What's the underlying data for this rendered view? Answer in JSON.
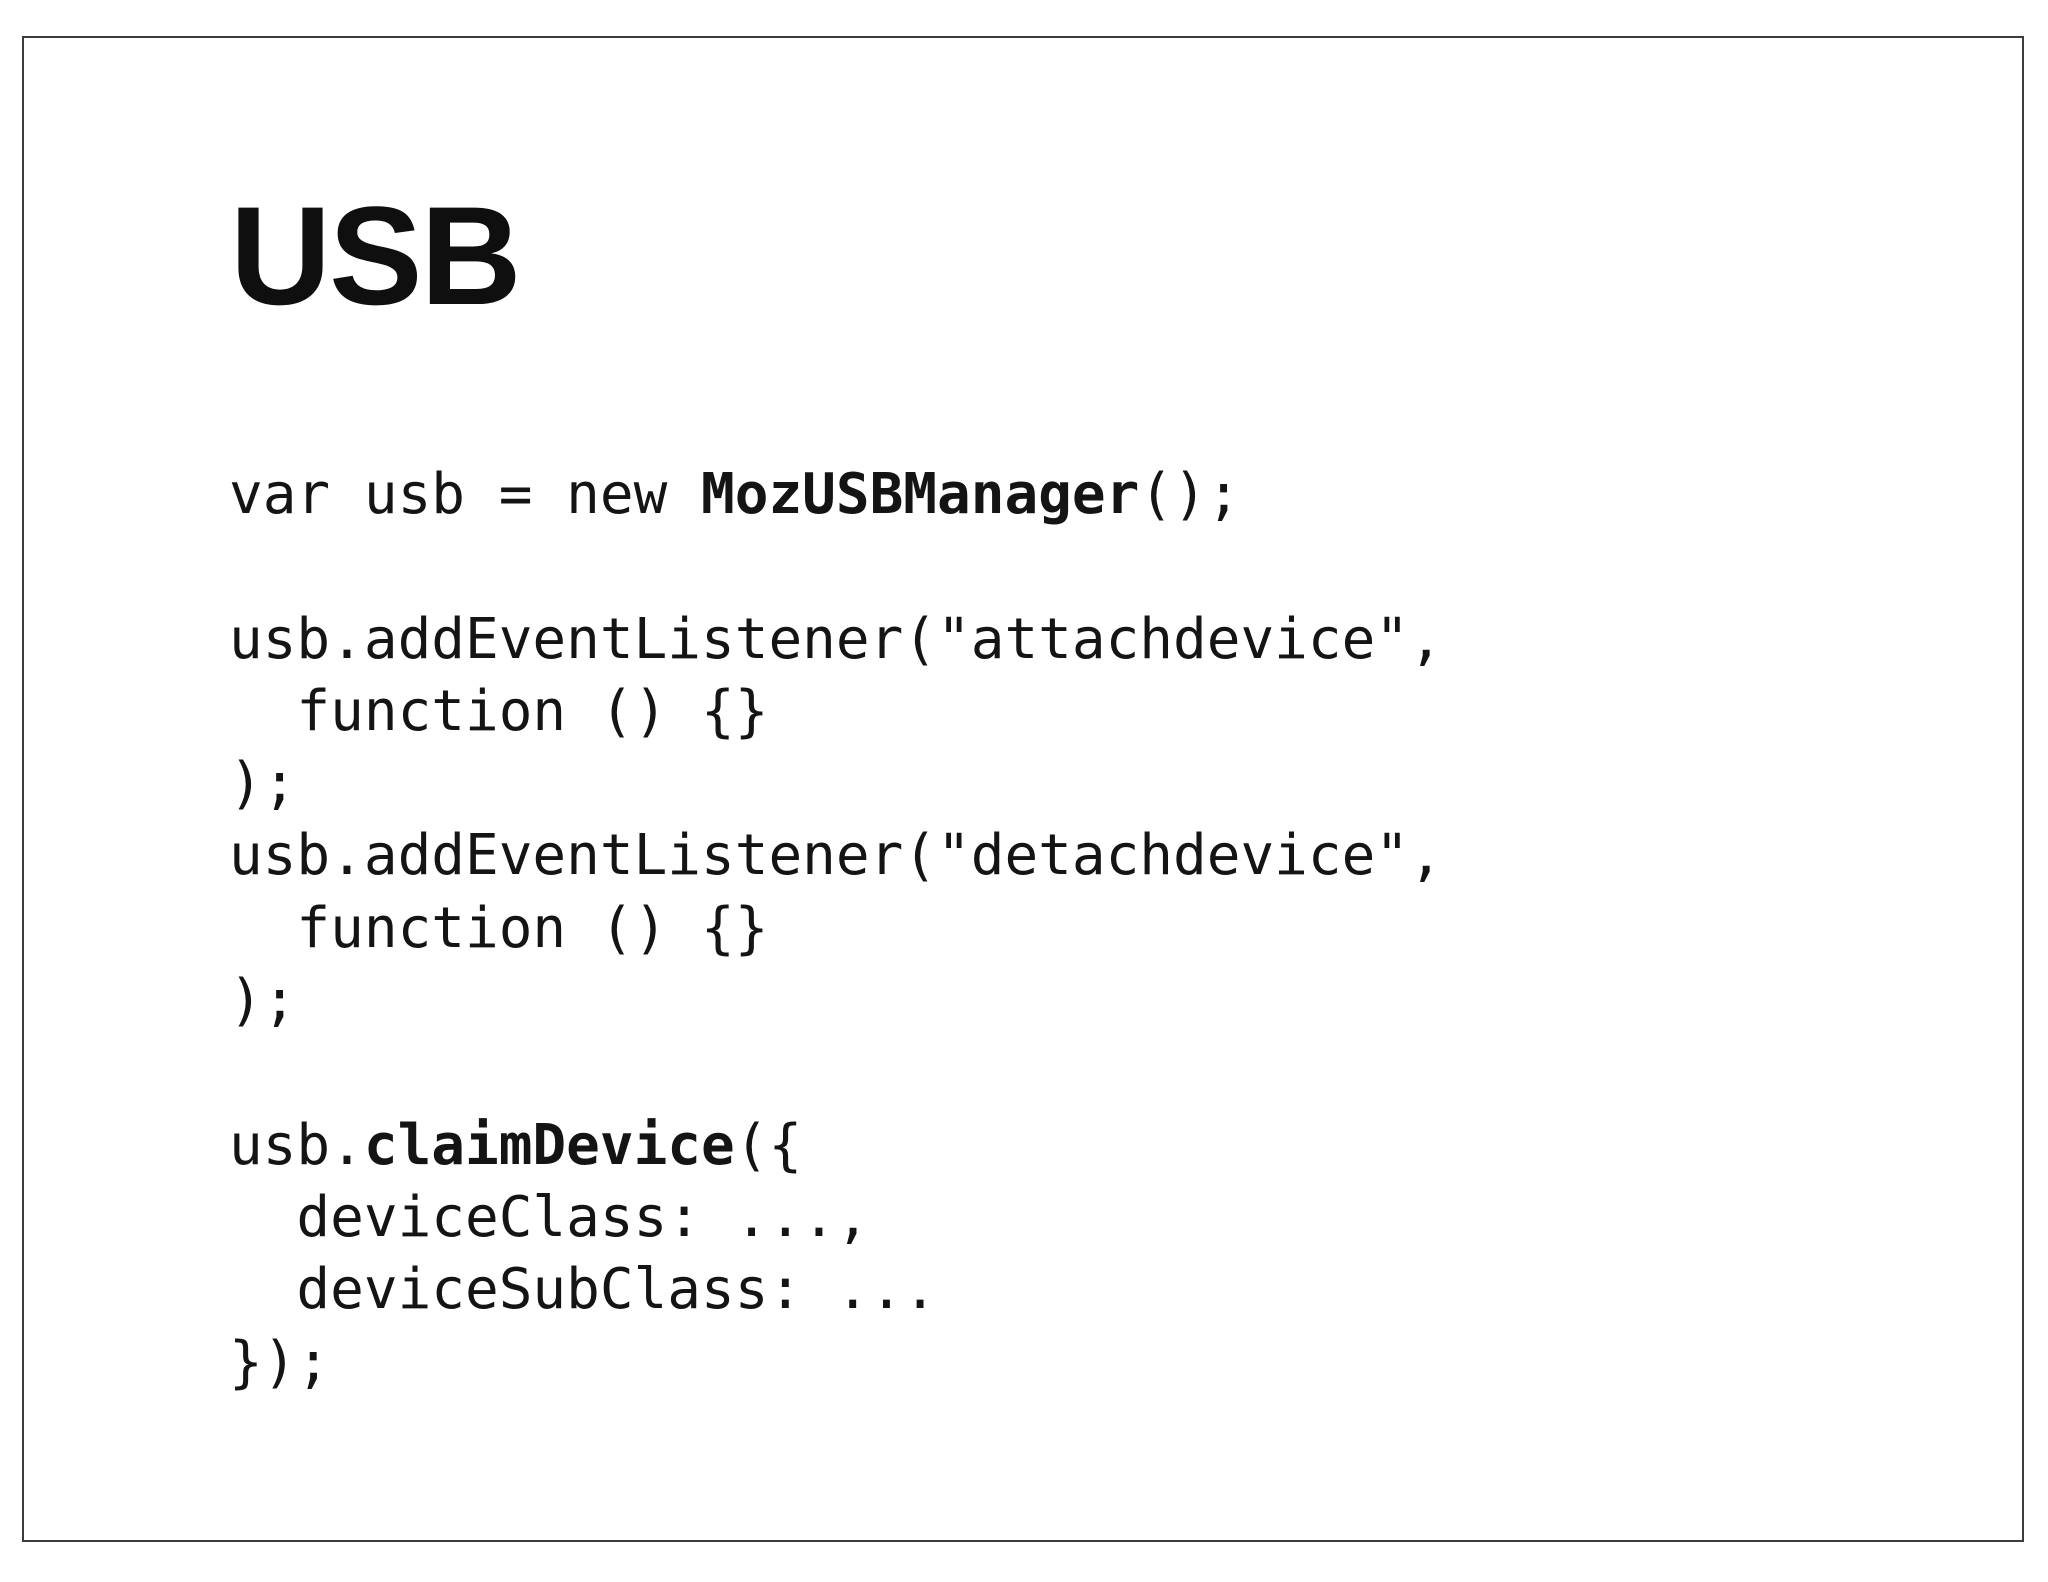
{
  "slide": {
    "title": "USB",
    "code_lines": [
      {
        "segments": [
          {
            "text": "var usb = new ",
            "bold": false
          },
          {
            "text": "MozUSBManager",
            "bold": true
          },
          {
            "text": "();",
            "bold": false
          }
        ]
      },
      {
        "segments": []
      },
      {
        "segments": [
          {
            "text": "usb.addEventListener(\"attachdevice\",",
            "bold": false
          }
        ]
      },
      {
        "segments": [
          {
            "text": "  function () {}",
            "bold": false
          }
        ]
      },
      {
        "segments": [
          {
            "text": ");",
            "bold": false
          }
        ]
      },
      {
        "segments": [
          {
            "text": "usb.addEventListener(\"detachdevice\",",
            "bold": false
          }
        ]
      },
      {
        "segments": [
          {
            "text": "  function () {}",
            "bold": false
          }
        ]
      },
      {
        "segments": [
          {
            "text": ");",
            "bold": false
          }
        ]
      },
      {
        "segments": []
      },
      {
        "segments": [
          {
            "text": "usb.",
            "bold": false
          },
          {
            "text": "claimDevice",
            "bold": true
          },
          {
            "text": "({",
            "bold": false
          }
        ]
      },
      {
        "segments": [
          {
            "text": "  deviceClass: ...,",
            "bold": false
          }
        ]
      },
      {
        "segments": [
          {
            "text": "  deviceSubClass: ...",
            "bold": false
          }
        ]
      },
      {
        "segments": [
          {
            "text": "});",
            "bold": false
          }
        ]
      }
    ],
    "colors": {
      "background": "#ffffff",
      "border": "#3c3c3c",
      "title_text": "#0f0f0f",
      "code_text": "#141414"
    }
  }
}
